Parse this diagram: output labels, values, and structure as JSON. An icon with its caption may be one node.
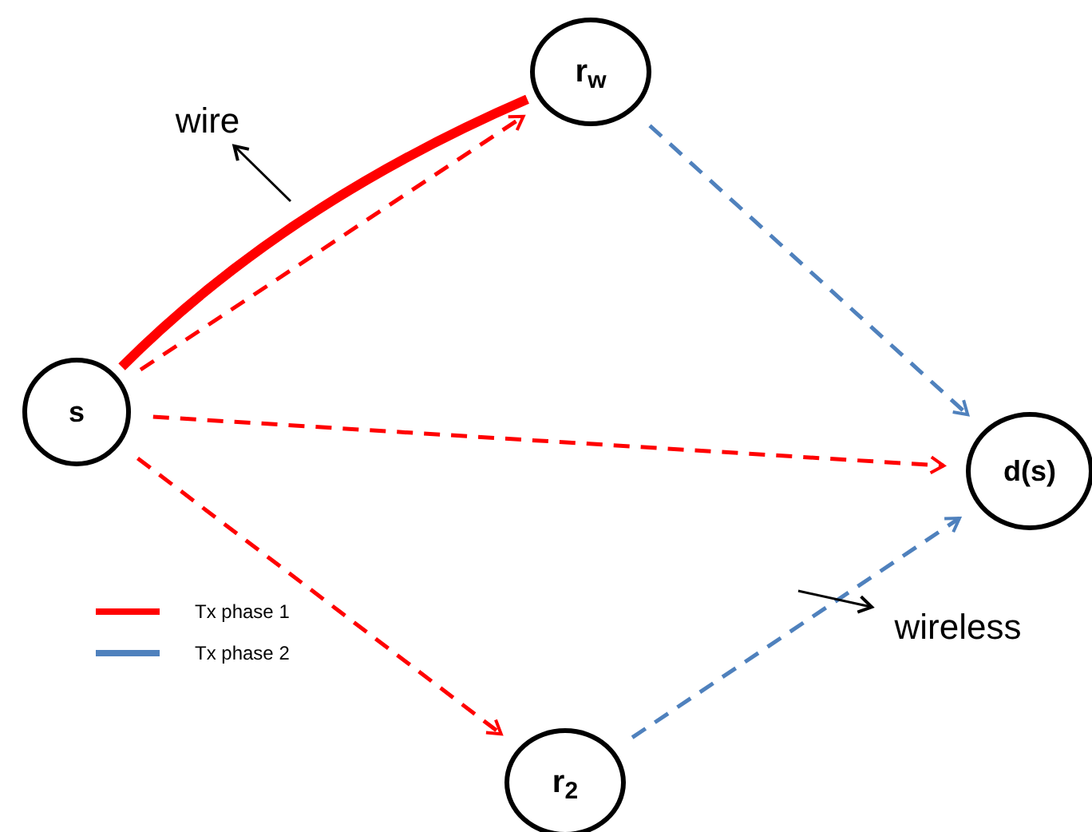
{
  "diagram": {
    "nodes": [
      {
        "text": [
          "s"
        ]
      },
      {
        "text": [
          "r$_{w}$"
        ]
      },
      {
        "text": [
          "d(s)"
        ]
      },
      {
        "text": [
          "r$_{2}$"
        ]
      },
      {
        "text": [
          "wire"
        ]
      },
      {
        "text": [
          "wireless"
        ]
      }
    ],
    "edges": [
      {
        "from": 0,
        "to": 1,
        "arrow": "none",
        "style": "thick"
      },
      {
        "from": 0,
        "to": 1,
        "arrow": "to",
        "style": "dashed"
      },
      {
        "from": 0,
        "to": 2,
        "arrow": "to",
        "style": "dashed"
      },
      {
        "from": 0,
        "to": 3,
        "arrow": "to",
        "style": "dashed"
      },
      {
        "from": 1,
        "to": 2,
        "arrow": "to",
        "style": "dashed",
        "color": "#4f81bd"
      },
      {
        "from": 3,
        "to": 2,
        "arrow": "to",
        "style": "dashed",
        "color": "#4f81bd"
      },
      {
        "from": null,
        "to": 4,
        "arrow": "to",
        "color": "#000000"
      },
      {
        "from": null,
        "to": 5,
        "arrow": "to",
        "color": "#000000"
      }
    ],
    "legend": [
      {
        "text": "Tx phase 1",
        "color": "#ff0000"
      },
      {
        "text": "Tx phase 2",
        "color": "#4f81bd"
      }
    ]
  }
}
